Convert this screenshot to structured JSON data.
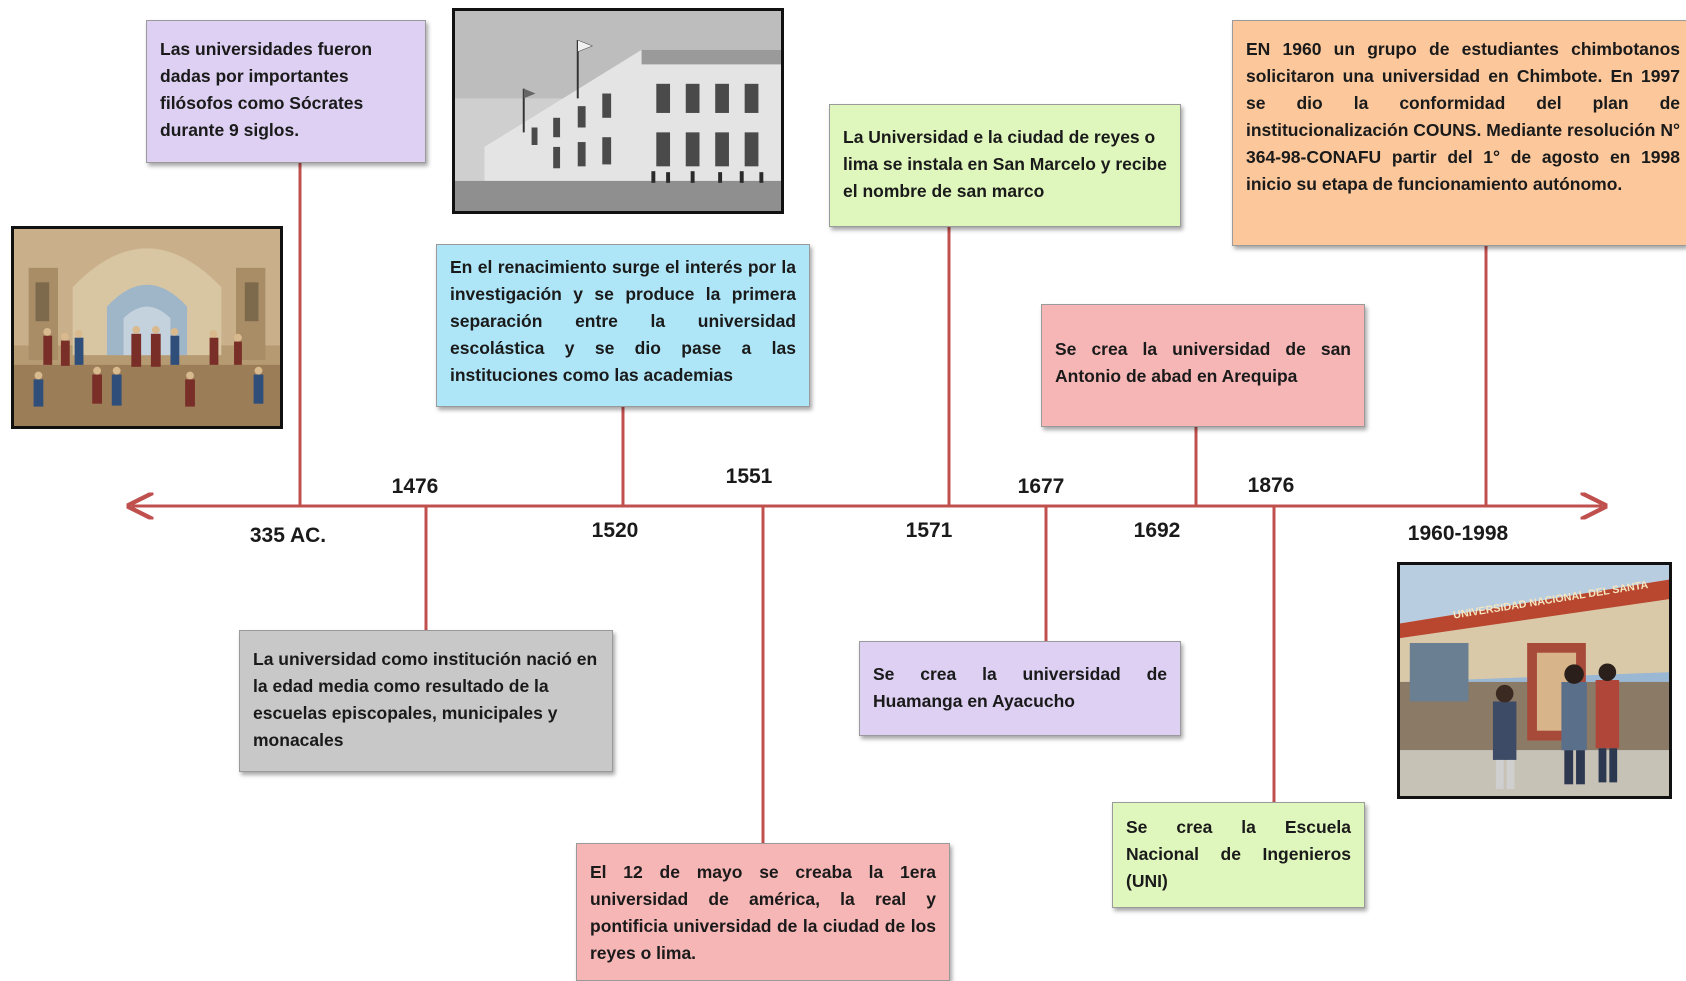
{
  "events": [
    {
      "id": "e335",
      "year": "335 AC.",
      "text": "Las universidades fueron dadas por importantes filósofos como Sócrates durante 9 siglos."
    },
    {
      "id": "e1476",
      "year": "1476",
      "text": "La universidad como institución nació en la edad media como resultado de la escuelas episcopales, municipales y monacales"
    },
    {
      "id": "e1520",
      "year": "1520",
      "text": "En el renacimiento surge el interés por la investigación  y se produce la primera separación entre la universidad escolástica y se dio pase a las instituciones como las academias"
    },
    {
      "id": "e1551",
      "year": "1551",
      "text": "El 12 de mayo se creaba la 1era universidad de américa, la real y pontificia universidad de la ciudad de los reyes o lima."
    },
    {
      "id": "e1571",
      "year": "1571",
      "text": "La Universidad  e la ciudad de reyes o lima se instala en San Marcelo y recibe el nombre de san marco"
    },
    {
      "id": "e1677",
      "year": "1677",
      "text": "Se crea la universidad de Huamanga en Ayacucho"
    },
    {
      "id": "e1692",
      "year": "1692",
      "text": "Se crea la universidad de san Antonio de abad en Arequipa"
    },
    {
      "id": "e1876",
      "year": "1876",
      "text": "Se crea la Escuela Nacional de Ingenieros (UNI)"
    },
    {
      "id": "e1960",
      "year": "1960-1998",
      "text": "EN 1960 un grupo de estudiantes chimbotanos solicitaron una universidad en Chimbote. En 1997 se dio la conformidad del plan de institucionalización COUNS. Mediante resolución N° 364-98-CONAFU partir del 1° de agosto en 1998 inicio su etapa de funcionamiento autónomo."
    }
  ],
  "photos": {
    "school_of_athens": "school-of-athens-painting",
    "san_marcos_building": "historic-university-building-photo",
    "uns_campus": "university-entrance-photo",
    "campus_sign_text": "UNIVERSIDAD NACIONAL DEL SANTA"
  },
  "colors": {
    "axis": "#c0504d",
    "lavender": "#ddd0f2",
    "gray": "#c8c8c8",
    "cyan": "#aee6f8",
    "pink": "#f6b6b6",
    "green": "#dff7bd",
    "orange": "#fbc79b"
  }
}
